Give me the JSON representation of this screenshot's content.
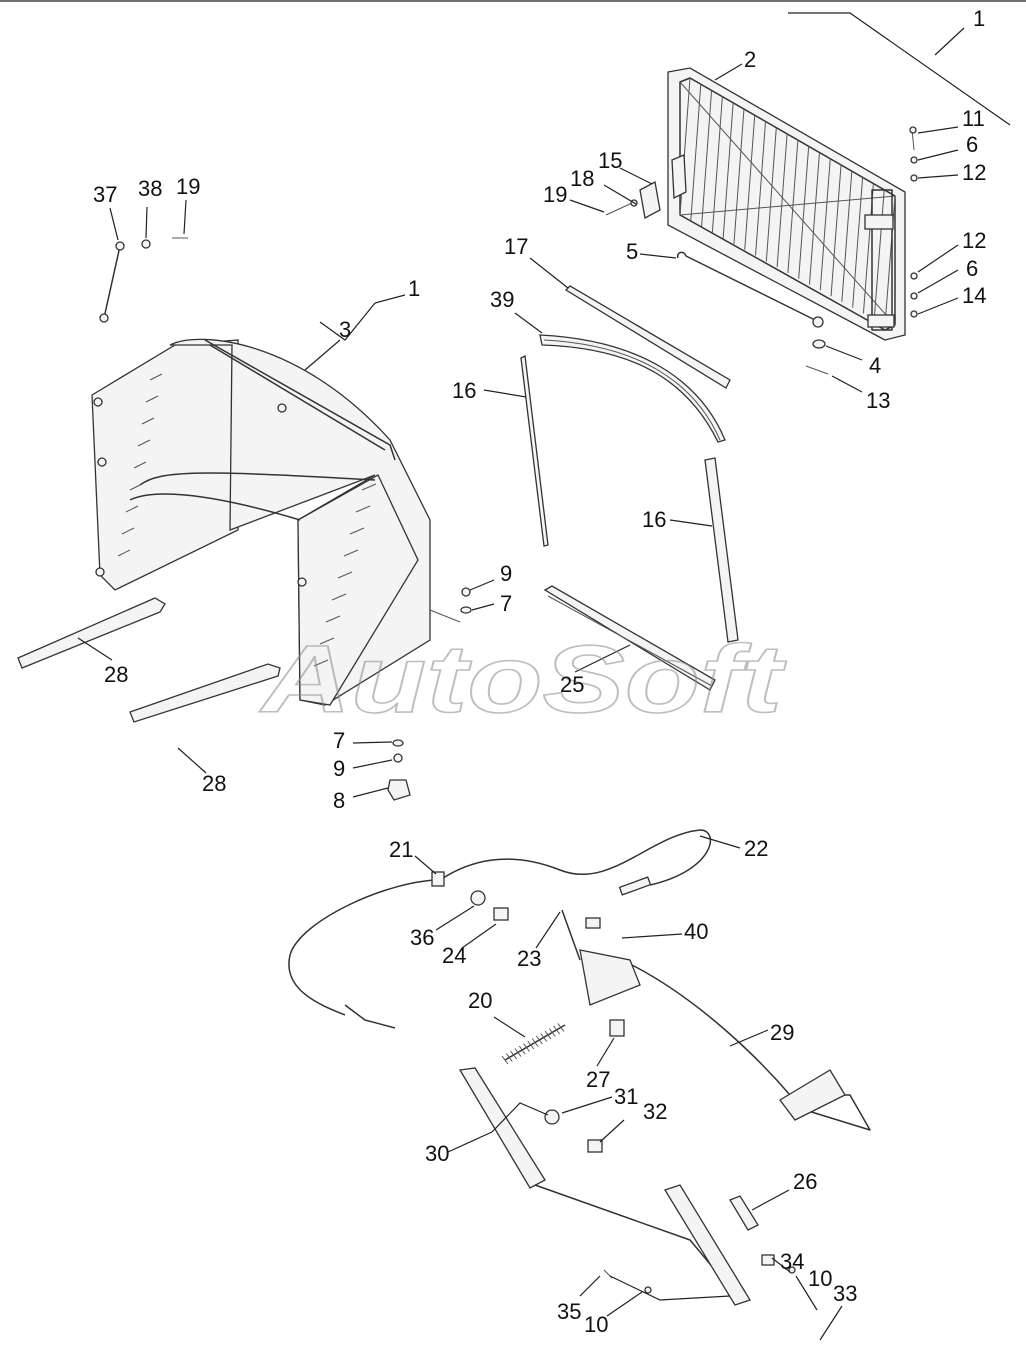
{
  "watermark": "AutoSoft",
  "labels": [
    {
      "id": "l1a",
      "text": "1"
    },
    {
      "id": "l2",
      "text": "2"
    },
    {
      "id": "l11",
      "text": "11"
    },
    {
      "id": "l6a",
      "text": "6"
    },
    {
      "id": "l12a",
      "text": "12"
    },
    {
      "id": "l15",
      "text": "15"
    },
    {
      "id": "l18",
      "text": "18"
    },
    {
      "id": "l19a",
      "text": "19"
    },
    {
      "id": "l5",
      "text": "5"
    },
    {
      "id": "l12b",
      "text": "12"
    },
    {
      "id": "l6b",
      "text": "6"
    },
    {
      "id": "l14",
      "text": "14"
    },
    {
      "id": "l4",
      "text": "4"
    },
    {
      "id": "l13",
      "text": "13"
    },
    {
      "id": "l17",
      "text": "17"
    },
    {
      "id": "l39",
      "text": "39"
    },
    {
      "id": "l16a",
      "text": "16"
    },
    {
      "id": "l16b",
      "text": "16"
    },
    {
      "id": "l37",
      "text": "37"
    },
    {
      "id": "l38",
      "text": "38"
    },
    {
      "id": "l19b",
      "text": "19"
    },
    {
      "id": "l1b",
      "text": "1"
    },
    {
      "id": "l3",
      "text": "3"
    },
    {
      "id": "l9a",
      "text": "9"
    },
    {
      "id": "l7a",
      "text": "7"
    },
    {
      "id": "l25",
      "text": "25"
    },
    {
      "id": "l28a",
      "text": "28"
    },
    {
      "id": "l28b",
      "text": "28"
    },
    {
      "id": "l7b",
      "text": "7"
    },
    {
      "id": "l9b",
      "text": "9"
    },
    {
      "id": "l8",
      "text": "8"
    },
    {
      "id": "l21",
      "text": "21"
    },
    {
      "id": "l22",
      "text": "22"
    },
    {
      "id": "l36",
      "text": "36"
    },
    {
      "id": "l24",
      "text": "24"
    },
    {
      "id": "l23",
      "text": "23"
    },
    {
      "id": "l40",
      "text": "40"
    },
    {
      "id": "l20",
      "text": "20"
    },
    {
      "id": "l27",
      "text": "27"
    },
    {
      "id": "l29",
      "text": "29"
    },
    {
      "id": "l31",
      "text": "31"
    },
    {
      "id": "l32",
      "text": "32"
    },
    {
      "id": "l30",
      "text": "30"
    },
    {
      "id": "l26",
      "text": "26"
    },
    {
      "id": "l34",
      "text": "34"
    },
    {
      "id": "l10a",
      "text": "10"
    },
    {
      "id": "l33",
      "text": "33"
    },
    {
      "id": "l35",
      "text": "35"
    },
    {
      "id": "l10b",
      "text": "10"
    }
  ]
}
